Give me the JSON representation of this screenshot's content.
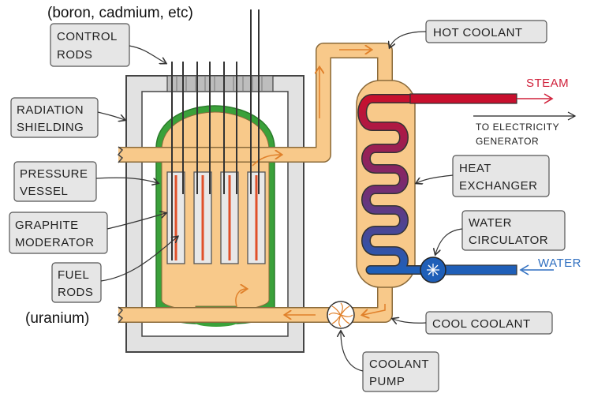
{
  "notes": {
    "rods_material": "(boron, cadmium, etc)",
    "fuel_material": "(uranium)"
  },
  "labels": {
    "control_rods": [
      "CONTROL",
      "RODS"
    ],
    "radiation_shielding": [
      "RADIATION",
      "SHIELDING"
    ],
    "pressure_vessel": [
      "PRESSURE",
      "VESSEL"
    ],
    "graphite_moderator": [
      "GRAPHITE",
      "MODERATOR"
    ],
    "fuel_rods": [
      "FUEL",
      "RODS"
    ],
    "hot_coolant": "HOT COOLANT",
    "heat_exchanger": [
      "HEAT",
      "EXCHANGER"
    ],
    "water_circulator": [
      "WATER",
      "CIRCULATOR"
    ],
    "cool_coolant": "COOL COOLANT",
    "coolant_pump": [
      "COOLANT",
      "PUMP"
    ]
  },
  "flows": {
    "steam": "STEAM",
    "to_generator": [
      "TO ELECTRICITY",
      "GENERATOR"
    ],
    "water": "WATER"
  },
  "colors": {
    "coolant": "#f8c98a",
    "vessel_wall": "#3aa13a",
    "steam": "#d0203a",
    "water": "#2f6fc0",
    "fuel": "#e0502a",
    "shield": "#e0e0e0",
    "label_box": "#e6e6e6"
  }
}
